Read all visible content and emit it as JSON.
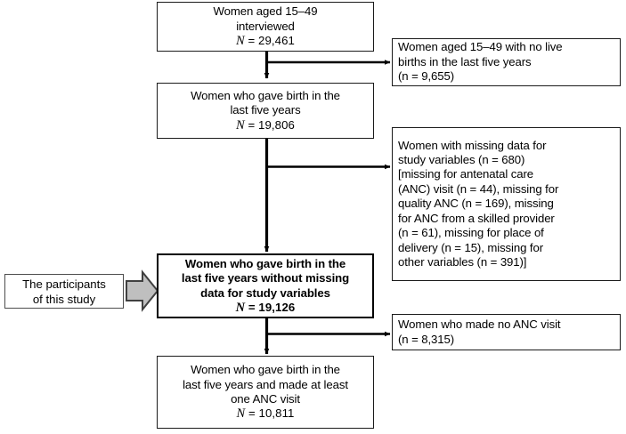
{
  "figure": {
    "type": "flowchart",
    "title": "Study participant selection flow",
    "colors": {
      "box_border": "#1a1a1a",
      "emphasis_border": "#000000",
      "arrow": "#000000",
      "gray_arrow_fill": "#bfbfbf",
      "gray_arrow_stroke": "#404040",
      "background": "#ffffff"
    }
  },
  "nodes": {
    "interviewed": {
      "lines": [
        "Women aged 15–49",
        "interviewed"
      ],
      "n_label": "N",
      "n_value": "= 29,461"
    },
    "gave_birth": {
      "lines": [
        "Women who gave birth in the",
        "last five years"
      ],
      "n_label": "N",
      "n_value": "= 19,806"
    },
    "analytic_sample": {
      "lines": [
        "Women who gave birth in the",
        "last five years without missing",
        "data for study variables"
      ],
      "n_label": "N",
      "n_value": "= 19,126"
    },
    "final_sample": {
      "lines": [
        "Women who gave birth in the",
        "last five years and made at least",
        "one ANC visit"
      ],
      "n_label": "N",
      "n_value": "= 10,811"
    },
    "excluded_no_births": {
      "lines": [
        "Women aged 15–49 with no live",
        "births in the last five years",
        "(n = 9,655)"
      ]
    },
    "excluded_missing": {
      "lines": [
        "Women with missing data for",
        "study variables (n = 680)"
      ],
      "detail_lines": [
        "[missing for antenatal care",
        "(ANC) visit (n = 44), missing for",
        "quality ANC (n = 169), missing",
        "for ANC from a skilled provider",
        "(n = 61), missing for place of",
        "delivery (n = 15), missing for",
        "other variables (n = 391)]"
      ]
    },
    "excluded_no_anc": {
      "lines": [
        "Women who made no ANC visit",
        "(n = 8,315)"
      ]
    },
    "participants_callout": {
      "lines": [
        "The participants",
        "of this study"
      ]
    }
  },
  "counts": {
    "interviewed": 29461,
    "gave_birth_last_five_years": 19806,
    "analytic_sample": 19126,
    "final_sample": 10811,
    "excluded_no_live_births": 9655,
    "excluded_missing_total": 680,
    "missing_anc_visit": 44,
    "missing_quality_anc": 169,
    "missing_anc_skilled_provider": 61,
    "missing_place_of_delivery": 15,
    "missing_other_variables": 391,
    "excluded_no_anc_visit": 8315
  }
}
